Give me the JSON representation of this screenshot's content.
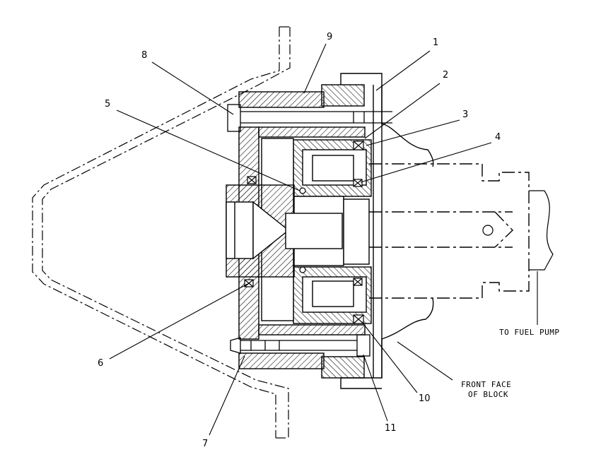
{
  "callouts": [
    "1",
    "2",
    "3",
    "4",
    "5",
    "6",
    "7",
    "8",
    "9",
    "10",
    "11"
  ],
  "annotations": {
    "fuel_pump": "TO FUEL PUMP",
    "front_face_line1": "FRONT FACE",
    "front_face_line2": "OF BLOCK"
  },
  "colors": {
    "ink": "#000000",
    "paper": "#ffffff"
  }
}
